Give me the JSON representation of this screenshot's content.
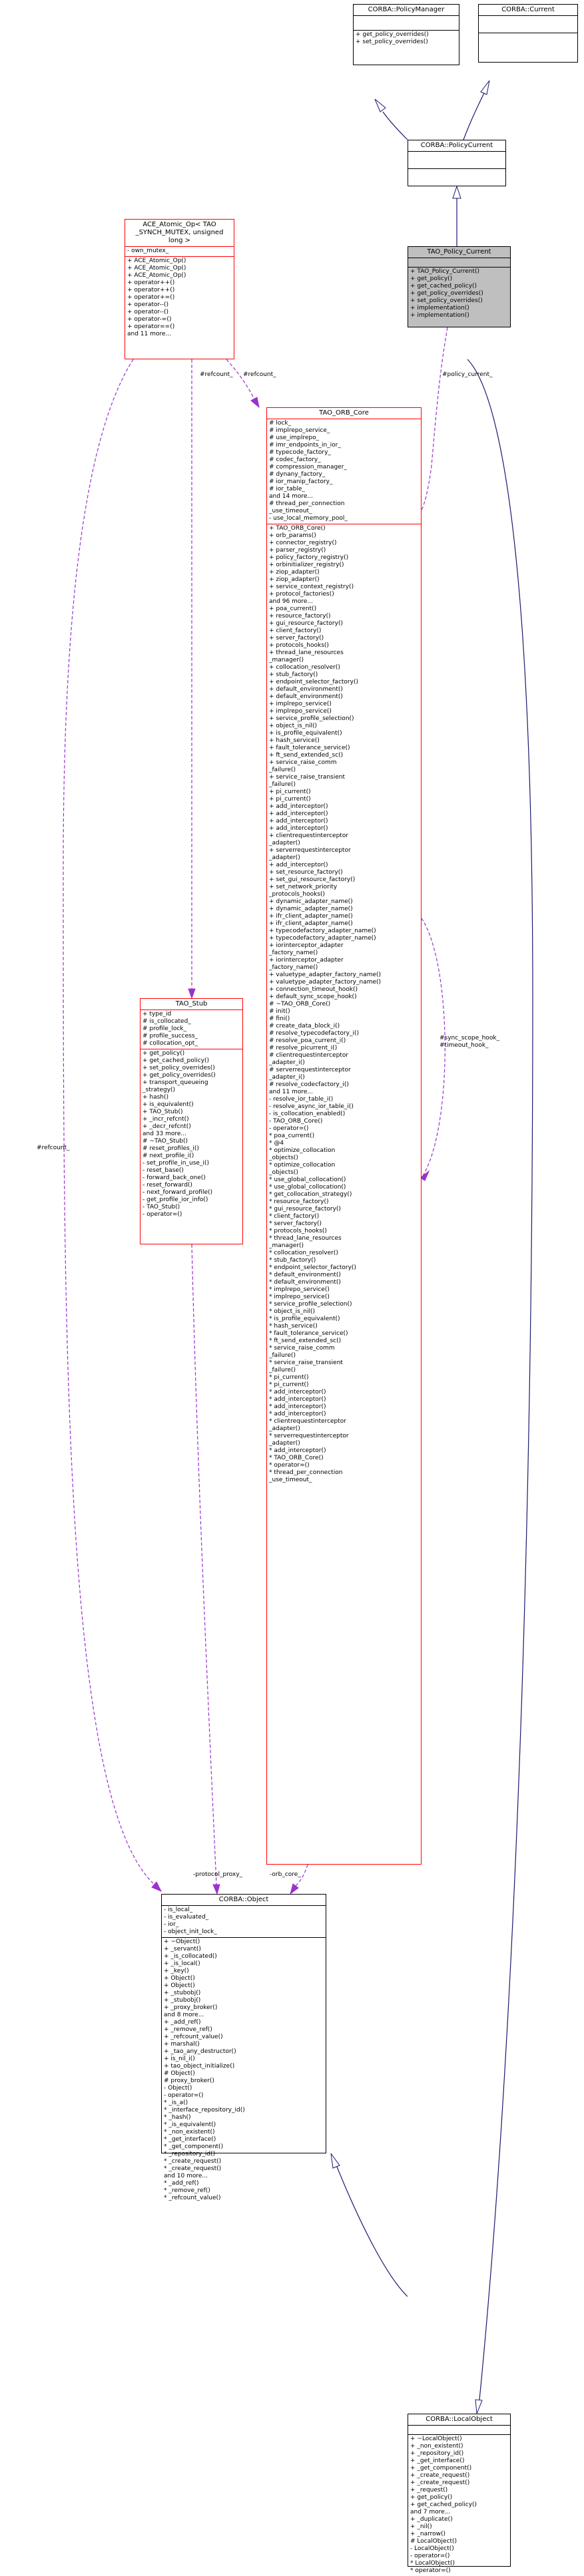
{
  "nodes": {
    "policy_manager": {
      "title": "CORBA::PolicyManager",
      "attributes": [],
      "methods": [
        "+ get_policy_overrides()",
        "+ set_policy_overrides()"
      ]
    },
    "current": {
      "title": "CORBA::Current",
      "attributes": [],
      "methods": []
    },
    "policy_current": {
      "title": "CORBA::PolicyCurrent",
      "attributes": [],
      "methods": []
    },
    "tao_policy_current": {
      "title": "TAO_Policy_Current",
      "attributes": [],
      "methods": [
        "+ TAO_Policy_Current()",
        "+ get_policy()",
        "+ get_cached_policy()",
        "+ get_policy_overrides()",
        "+ set_policy_overrides()",
        "+ implementation()",
        "+ implementation()"
      ]
    },
    "ace_atomic": {
      "title_lines": [
        "ACE_Atomic_Op< TAO",
        "_SYNCH_MUTEX, unsigned",
        " long >"
      ],
      "attributes": [
        "- own_mutex_"
      ],
      "methods": [
        "+ ACE_Atomic_Op()",
        "+ ACE_Atomic_Op()",
        "+ ACE_Atomic_Op()",
        "+ operator++()",
        "+ operator++()",
        "+ operator+=()",
        "+ operator--()",
        "+ operator--()",
        "+ operator-=()",
        "+ operator==()",
        "and 11 more..."
      ]
    },
    "orb_core": {
      "title": "TAO_ORB_Core",
      "attributes": [
        "# lock_",
        "# implrepo_service_",
        "# use_implrepo_",
        "# imr_endpoints_in_ior_",
        "# typecode_factory_",
        "# codec_factory_",
        "# compression_manager_",
        "# dynany_factory_",
        "# ior_manip_factory_",
        "# ior_table_",
        "and 14 more...",
        "# thread_per_connection",
        "_use_timeout_",
        "- use_local_memory_pool_"
      ],
      "methods": [
        "+ TAO_ORB_Core()",
        "+ orb_params()",
        "+ connector_registry()",
        "+ parser_registry()",
        "+ policy_factory_registry()",
        "+ orbinitializer_registry()",
        "+ ziop_adapter()",
        "+ ziop_adapter()",
        "+ service_context_registry()",
        "+ protocol_factories()",
        "and 96 more...",
        "+ poa_current()",
        "+ resource_factory()",
        "+ gui_resource_factory()",
        "+ client_factory()",
        "+ server_factory()",
        "+ protocols_hooks()",
        "+ thread_lane_resources",
        "_manager()",
        "+ collocation_resolver()",
        "+ stub_factory()",
        "+ endpoint_selector_factory()",
        "+ default_environment()",
        "+ default_environment()",
        "+ implrepo_service()",
        "+ implrepo_service()",
        "+ service_profile_selection()",
        "+ object_is_nil()",
        "+ is_profile_equivalent()",
        "+ hash_service()",
        "+ fault_tolerance_service()",
        "+ ft_send_extended_sc()",
        "+ service_raise_comm",
        "_failure()",
        "+ service_raise_transient",
        "_failure()",
        "+ pi_current()",
        "+ pi_current()",
        "+ add_interceptor()",
        "+ add_interceptor()",
        "+ add_interceptor()",
        "+ add_interceptor()",
        "+ clientrequestinterceptor",
        "_adapter()",
        "+ serverrequestinterceptor",
        "_adapter()",
        "+ add_interceptor()",
        "+ set_resource_factory()",
        "+ set_gui_resource_factory()",
        "+ set_network_priority",
        "_protocols_hooks()",
        "+ dynamic_adapter_name()",
        "+ dynamic_adapter_name()",
        "+ ifr_client_adapter_name()",
        "+ ifr_client_adapter_name()",
        "+ typecodefactory_adapter_name()",
        "+ typecodefactory_adapter_name()",
        "+ iorinterceptor_adapter",
        "_factory_name()",
        "+ iorinterceptor_adapter",
        "_factory_name()",
        "+ valuetype_adapter_factory_name()",
        "+ valuetype_adapter_factory_name()",
        "+ connection_timeout_hook()",
        "+ default_sync_scope_hook()",
        "# ~TAO_ORB_Core()",
        "# init()",
        "# fini()",
        "# create_data_block_i()",
        "# resolve_typecodefactory_i()",
        "# resolve_poa_current_i()",
        "# resolve_picurrent_i()",
        "# clientrequestinterceptor",
        "_adapter_i()",
        "# serverrequestinterceptor",
        "_adapter_i()",
        "# resolve_codecfactory_i()",
        "and 11 more...",
        "- resolve_ior_table_i()",
        "- resolve_async_ior_table_i()",
        "- is_collocation_enabled()",
        "- TAO_ORB_Core()",
        "- operator=()",
        "* poa_current()",
        "* @4",
        "* optimize_collocation",
        "_objects()",
        "* optimize_collocation",
        "_objects()",
        "* use_global_collocation()",
        "* use_global_collocation()",
        "* get_collocation_strategy()",
        "* resource_factory()",
        "* gui_resource_factory()",
        "* client_factory()",
        "* server_factory()",
        "* protocols_hooks()",
        "* thread_lane_resources",
        "_manager()",
        "* collocation_resolver()",
        "* stub_factory()",
        "* endpoint_selector_factory()",
        "* default_environment()",
        "* default_environment()",
        "* implrepo_service()",
        "* implrepo_service()",
        "* service_profile_selection()",
        "* object_is_nil()",
        "* is_profile_equivalent()",
        "* hash_service()",
        "* fault_tolerance_service()",
        "* ft_send_extended_sc()",
        "* service_raise_comm",
        "_failure()",
        "* service_raise_transient",
        "_failure()",
        "* pi_current()",
        "* pi_current()",
        "* add_interceptor()",
        "* add_interceptor()",
        "* add_interceptor()",
        "* add_interceptor()",
        "* clientrequestinterceptor",
        "_adapter()",
        "* serverrequestinterceptor",
        "_adapter()",
        "* add_interceptor()",
        "* TAO_ORB_Core()",
        "* operator=()",
        "* thread_per_connection",
        "_use_timeout_"
      ]
    },
    "tao_stub": {
      "title": "TAO_Stub",
      "attributes": [
        "+ type_id",
        "# is_collocated_",
        "# profile_lock_",
        "# profile_success_",
        "# collocation_opt_"
      ],
      "methods": [
        "+ get_policy()",
        "+ get_cached_policy()",
        "+ set_policy_overrides()",
        "+ get_policy_overrides()",
        "+ transport_queueing",
        "_strategy()",
        "+ hash()",
        "+ is_equivalent()",
        "+ TAO_Stub()",
        "+ _incr_refcnt()",
        "+ _decr_refcnt()",
        "and 33 more...",
        "# ~TAO_Stub()",
        "# reset_profiles_i()",
        "# next_profile_i()",
        "- set_profile_in_use_i()",
        "- reset_base()",
        "- forward_back_one()",
        "- reset_forward()",
        "- next_forward_profile()",
        "- get_profile_ior_info()",
        "- TAO_Stub()",
        "- operator=()"
      ]
    },
    "corba_object": {
      "title": "CORBA::Object",
      "attributes": [
        "- is_local_",
        "- is_evaluated_",
        "- ior_",
        "- object_init_lock_"
      ],
      "methods": [
        "+ ~Object()",
        "+ _servant()",
        "+ _is_collocated()",
        "+ _is_local()",
        "+ _key()",
        "+ Object()",
        "+ Object()",
        "+ _stubobj()",
        "+ _stubobj()",
        "+ _proxy_broker()",
        "and 8 more...",
        "+ _add_ref()",
        "+ _remove_ref()",
        "+ _refcount_value()",
        "+ marshal()",
        "+ _tao_any_destructor()",
        "+ is_nil_i()",
        "+ tao_object_initialize()",
        "# Object()",
        "# proxy_broker()",
        "- Object()",
        "- operator=()",
        "* _is_a()",
        "* _interface_repository_id()",
        "* _hash()",
        "* _is_equivalent()",
        "* _non_existent()",
        "* _get_interface()",
        "* _get_component()",
        "* _repository_id()",
        "* _create_request()",
        "* _create_request()",
        "and 10 more...",
        "* _add_ref()",
        "* _remove_ref()",
        "* _refcount_value()"
      ]
    },
    "local_object": {
      "title": "CORBA::LocalObject",
      "attributes": [],
      "methods": [
        "+ ~LocalObject()",
        "+ _non_existent()",
        "+ _repository_id()",
        "+ _get_interface()",
        "+ _get_component()",
        "+ _create_request()",
        "+ _create_request()",
        "+ _request()",
        "+ get_policy()",
        "+ get_cached_policy()",
        "and 7 more...",
        "+ _duplicate()",
        "+ _nil()",
        "+ _narrow()",
        "# LocalObject()",
        "- LocalObject()",
        "- operator=()",
        "* LocalObject()",
        "* operator=()"
      ]
    }
  },
  "edge_labels": {
    "refcount_ace_to_stub": "#refcount_",
    "refcount_ace_to_orbcore": "#refcount_",
    "refcount_ace_to_object": "#refcount_",
    "policy_current": "#policy_current_",
    "hooks": "#sync_scope_hook_\n#timeout_hook_",
    "protocol_proxy": "-protocol_proxy_",
    "orb_core": "-orb_core_"
  },
  "colors": {
    "inheritance": "#191970",
    "usage": "#9a32cd",
    "member_node_border": "#ff0000",
    "highlight_fill": "#bfbfbf"
  }
}
